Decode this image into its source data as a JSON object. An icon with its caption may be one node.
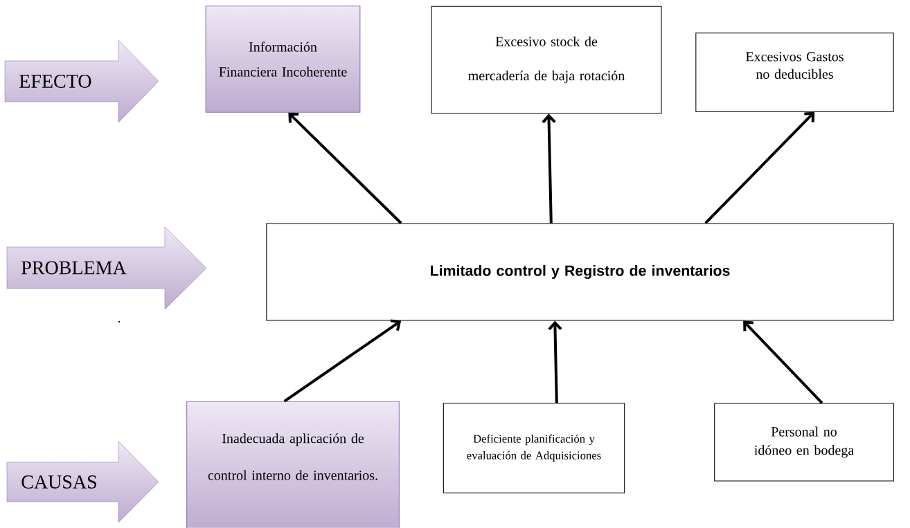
{
  "diagram": {
    "nodes": [
      {
        "text": [
          "EFECTO"
        ]
      },
      {
        "text": [
          "Información Financiera Incoherente"
        ]
      },
      {
        "text": [
          "Excesivo stock de mercadería de baja rotación"
        ]
      },
      {
        "text": [
          "Excesivos Gastos no deducibles"
        ]
      },
      {
        "text": [
          "PROBLEMA"
        ]
      },
      {
        "text": [
          "Limitado control y Registro de inventarios"
        ]
      },
      {
        "text": [
          "CAUSAS"
        ]
      },
      {
        "text": [
          "Inadecuada aplicación de control interno de inventarios."
        ]
      },
      {
        "text": [
          "Deficiente planificación y evaluación de Adquisiciones"
        ]
      },
      {
        "text": [
          "Personal no idóneo en bodega"
        ]
      }
    ],
    "edges": [
      {
        "from": 5,
        "to": 1,
        "arrow": "to"
      },
      {
        "from": 5,
        "to": 2,
        "arrow": "to"
      },
      {
        "from": 5,
        "to": 3,
        "arrow": "to"
      },
      {
        "from": 7,
        "to": 5,
        "arrow": "to"
      },
      {
        "from": 8,
        "to": 5,
        "arrow": "to"
      },
      {
        "from": 9,
        "to": 5,
        "arrow": "to"
      }
    ],
    "labels": [
      "."
    ]
  }
}
